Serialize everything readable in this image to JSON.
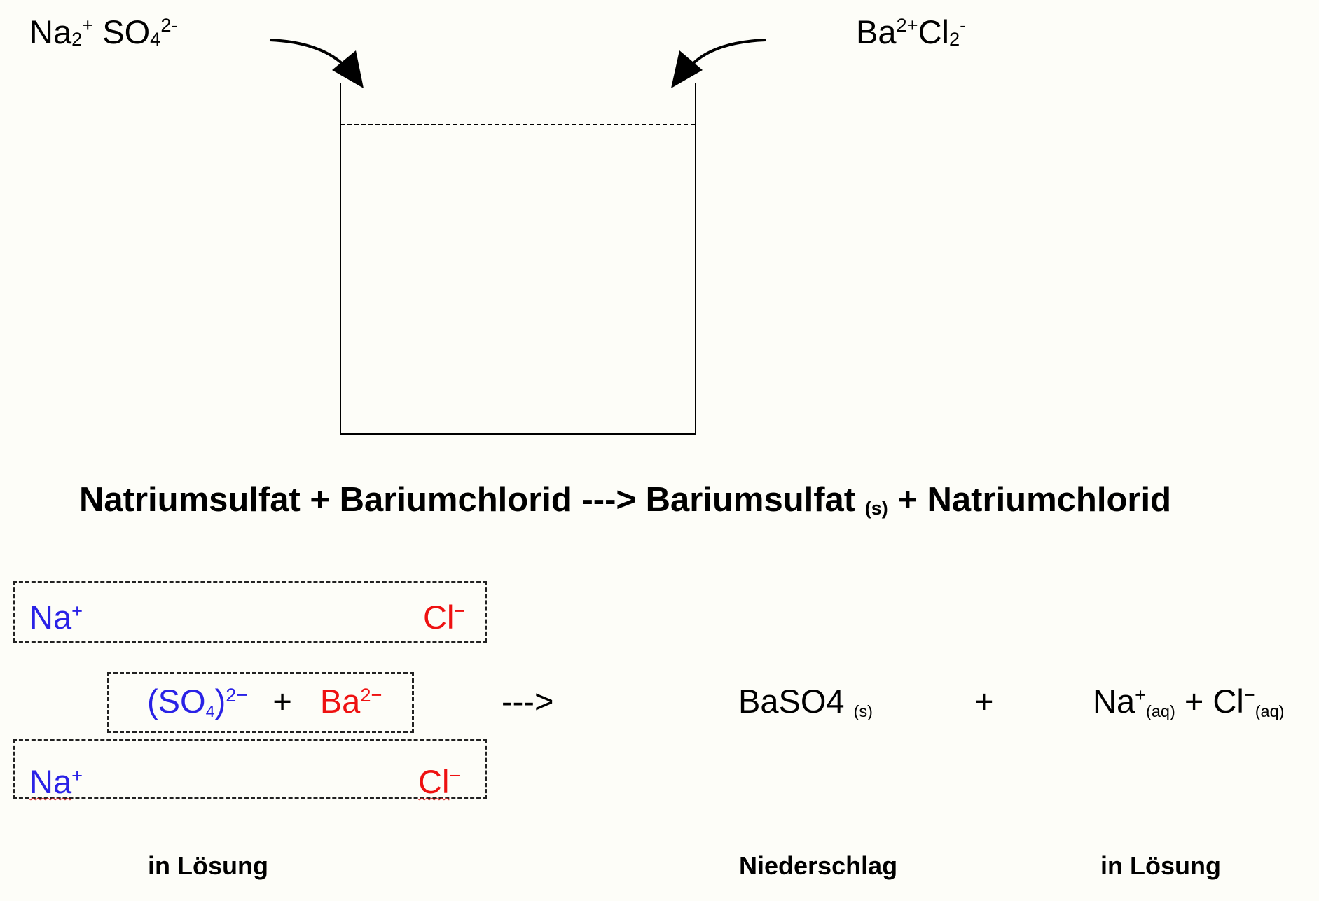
{
  "top": {
    "left_reagent": {
      "base1": "Na",
      "sub1": "2",
      "sup1": "+",
      "base2": "SO",
      "sub2": "4",
      "sup2": "2-"
    },
    "right_reagent": {
      "base1": "Ba",
      "sup1": "2+",
      "base2": "Cl",
      "sub2": "2",
      "sup2": "-"
    }
  },
  "equation": {
    "part1": "Natriumsulfat + Bariumchlorid ---> Bariumsulfat",
    "state": "(s)",
    "part2": "+ Natriumchlorid"
  },
  "ionic": {
    "row1": {
      "na": "Na",
      "na_charge": "+",
      "cl": "Cl",
      "cl_charge": "−"
    },
    "row2": {
      "so4_open": "(SO",
      "so4_sub": "4",
      "so4_close": ")",
      "so4_charge": "2−",
      "plus": "+",
      "ba": "Ba",
      "ba_charge": "2−"
    },
    "row3": {
      "na": "Na",
      "na_charge": "+",
      "cl": "Cl",
      "cl_charge": "−"
    },
    "arrow": "--->",
    "precipitate": {
      "base": "BaSO4",
      "state": "(s)"
    },
    "plus": "+",
    "products": {
      "na": "Na",
      "na_charge": "+",
      "na_state": "(aq)",
      "plus": "+ Cl",
      "cl_charge": "−",
      "cl_state": "(aq)"
    }
  },
  "labels": {
    "left": "in Lösung",
    "middle": "Niederschlag",
    "right": "in Lösung"
  },
  "colors": {
    "cation": "#2a22e6",
    "anion": "#ee1111",
    "background": "#fdfdf8"
  }
}
